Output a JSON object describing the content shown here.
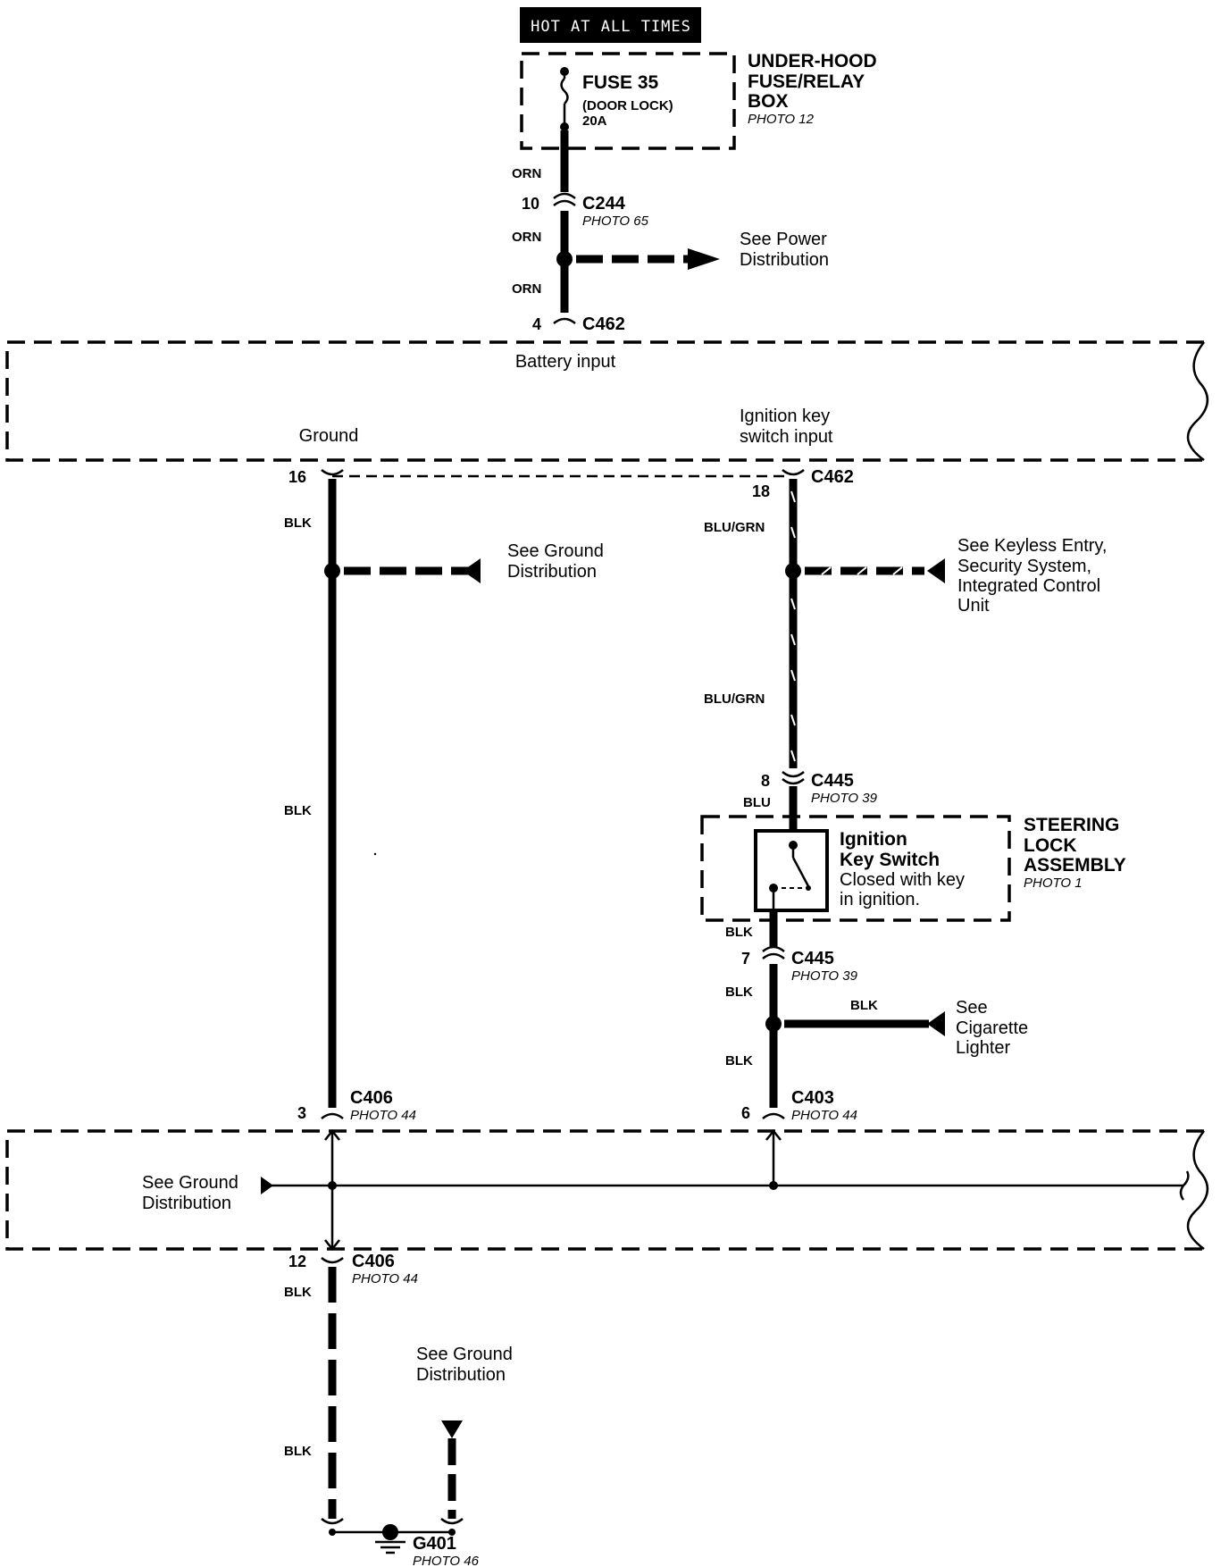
{
  "header": {
    "hot_at_all_times": "HOT AT ALL TIMES"
  },
  "fuse_box": {
    "fuse_name": "FUSE 35",
    "fuse_desc": "(DOOR LOCK)",
    "fuse_rating": "20A",
    "box_label_line1": "UNDER-HOOD",
    "box_label_line2": "FUSE/RELAY",
    "box_label_line3": "BOX",
    "box_photo": "PHOTO 12"
  },
  "upper_wire": {
    "orn_1": "ORN",
    "c244_pin": "10",
    "c244": "C244",
    "c244_photo": "PHOTO 65",
    "orn_2": "ORN",
    "power_dist_line1": "See Power",
    "power_dist_line2": "Distribution",
    "orn_3": "ORN",
    "c462_pin": "4",
    "c462": "C462"
  },
  "module": {
    "battery_input": "Battery input",
    "ground": "Ground",
    "ignition_input_line1": "Ignition key",
    "ignition_input_line2": "switch input"
  },
  "left_branch": {
    "pin16": "16",
    "blk_1": "BLK",
    "ground_dist_line1": "See Ground",
    "ground_dist_line2": "Distribution",
    "blk_2": "BLK",
    "c406_pin": "3",
    "c406": "C406",
    "c406_photo": "PHOTO 44"
  },
  "right_branch": {
    "c462": "C462",
    "pin18": "18",
    "blu_grn_1": "BLU/GRN",
    "keyless_line1": "See Keyless Entry,",
    "keyless_line2": "Security System,",
    "keyless_line3": "Integrated Control",
    "keyless_line4": "Unit",
    "blu_grn_2": "BLU/GRN",
    "c445_pin_top": "8",
    "c445_top": "C445",
    "c445_top_photo": "PHOTO 39",
    "blu": "BLU",
    "switch_line1": "Ignition",
    "switch_line2": "Key Switch",
    "switch_line3": "Closed with key",
    "switch_line4": "in ignition.",
    "steering_line1": "STEERING",
    "steering_line2": "LOCK",
    "steering_line3": "ASSEMBLY",
    "steering_photo": "PHOTO 1",
    "blk_a": "BLK",
    "c445_pin_bot": "7",
    "c445_bot": "C445",
    "c445_bot_photo": "PHOTO 39",
    "blk_b": "BLK",
    "blk_c": "BLK",
    "cig_line1": "See",
    "cig_line2": "Cigarette",
    "cig_line3": "Lighter",
    "blk_d": "BLK",
    "c403_pin": "6",
    "c403": "C403",
    "c403_photo": "PHOTO 44"
  },
  "lower_module": {
    "ground_dist_line1": "See Ground",
    "ground_dist_line2": "Distribution"
  },
  "bottom": {
    "c406_pin": "12",
    "c406": "C406",
    "c406_photo": "PHOTO 44",
    "blk_1": "BLK",
    "ground_dist_line1": "See Ground",
    "ground_dist_line2": "Distribution",
    "blk_2": "BLK",
    "g401": "G401",
    "g401_photo": "PHOTO 46"
  }
}
